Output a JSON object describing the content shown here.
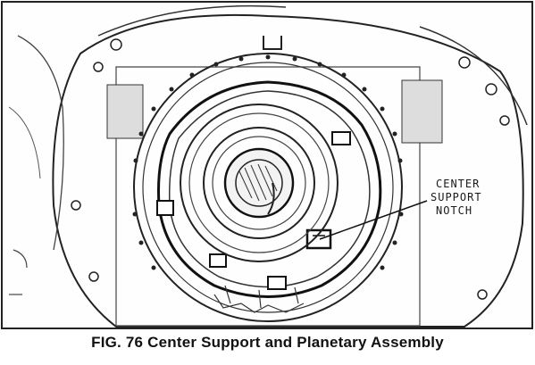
{
  "figure": {
    "callout_lines": [
      "CENTER",
      "SUPPORT",
      "NOTCH"
    ],
    "caption": "FIG. 76  Center Support and Planetary Assembly"
  }
}
